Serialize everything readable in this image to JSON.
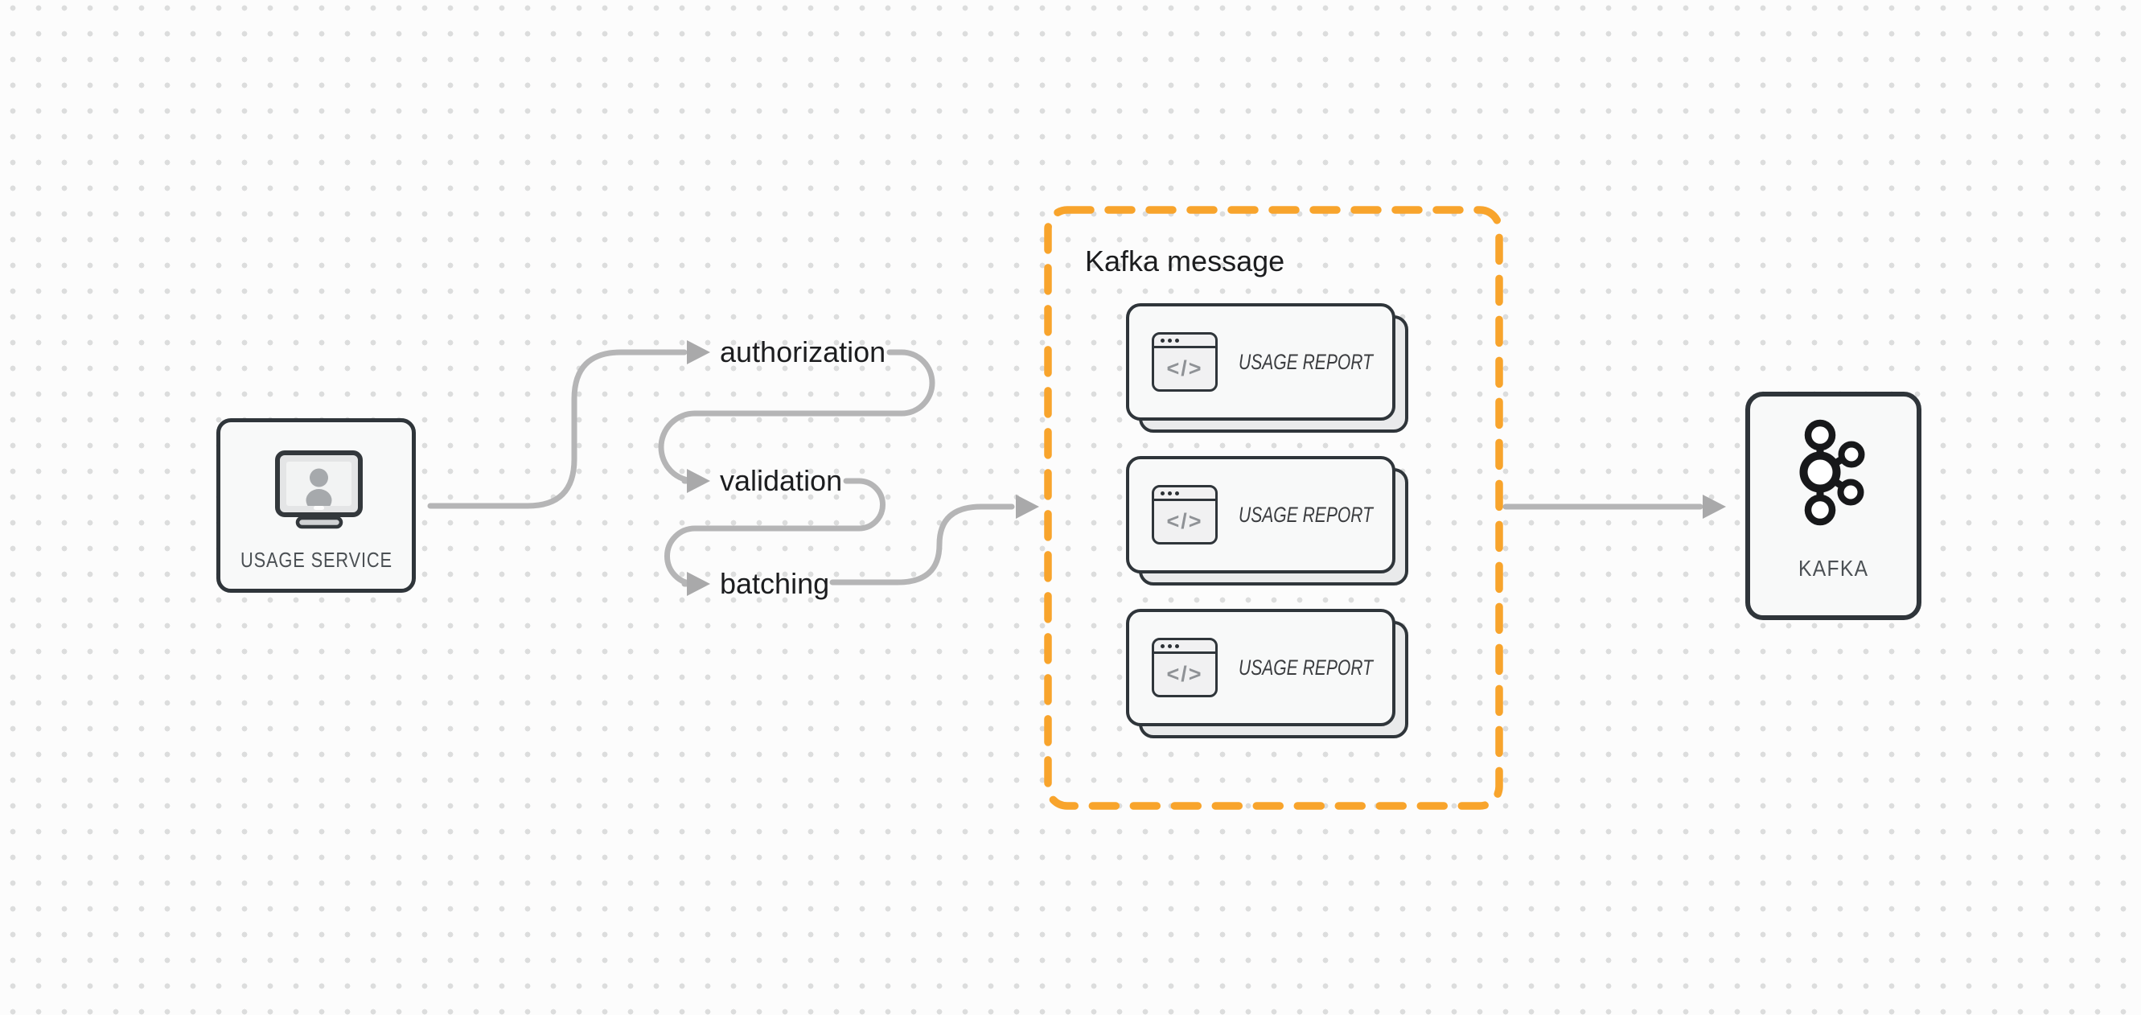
{
  "colors": {
    "background": "#fcfcfc",
    "dot_grid": "#dcdddd",
    "node_fill": "#f8f9f9",
    "node_border": "#2f353a",
    "connector": "#b5b5b6",
    "arrowhead": "#a9a9aa",
    "accent_orange": "#f8a42c",
    "label_text": "#1c1d1f",
    "node_label_text": "#4b5054",
    "card_shadow_fill": "#e9eaeb",
    "report_text": "#3b3d40",
    "kafka_logo": "#17181a"
  },
  "nodes": {
    "usage_service": {
      "label": "USAGE SERVICE"
    },
    "kafka": {
      "label": "KAFKA"
    }
  },
  "flow_steps": [
    {
      "label": "authorization"
    },
    {
      "label": "validation"
    },
    {
      "label": "batching"
    }
  ],
  "kafka_message_group": {
    "title": "Kafka message",
    "cards": [
      {
        "label": "USAGE REPORT",
        "icon_glyph": "</>"
      },
      {
        "label": "USAGE REPORT",
        "icon_glyph": "</>"
      },
      {
        "label": "USAGE REPORT",
        "icon_glyph": "</>"
      }
    ]
  }
}
